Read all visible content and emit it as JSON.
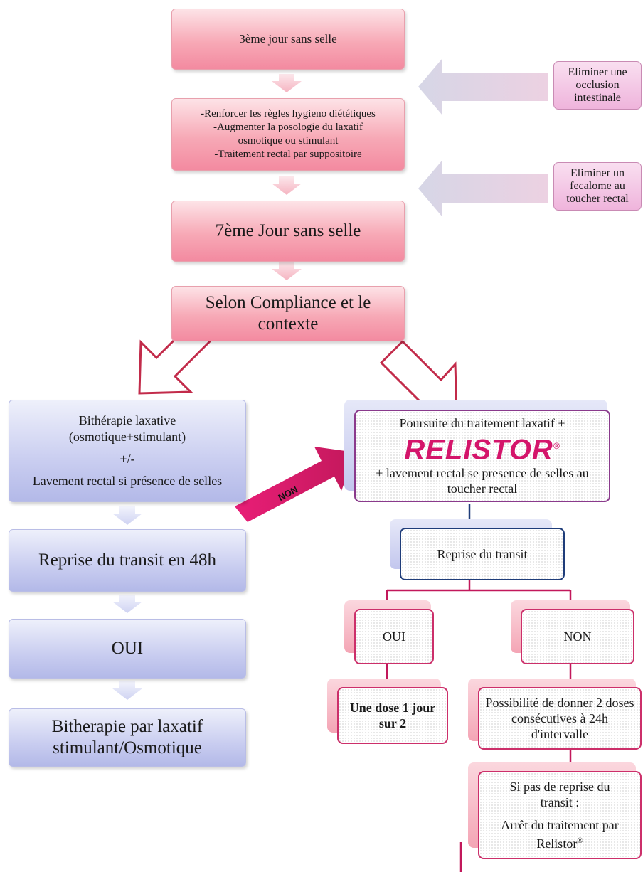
{
  "flow": {
    "box1": "3ème jour sans selle",
    "box2_line1": "-Renforcer les règles hygieno diététiques",
    "box2_line2": "-Augmenter la posologie du laxatif osmotique ou stimulant",
    "box2_line3": "-Traitement rectal par suppositoire",
    "box3": "7ème Jour sans selle",
    "box4": "Selon Compliance et le contexte"
  },
  "side": {
    "note1": "Eliminer une occlusion intestinale",
    "note2": "Eliminer un fecalome au toucher rectal"
  },
  "left": {
    "box1_line1": "Bithérapie laxative (osmotique+stimulant)",
    "box1_line2": "+/-",
    "box1_line3": "Lavement rectal si présence de selles",
    "box2": "Reprise du transit en 48h",
    "box3": "OUI",
    "box4": "Bitherapie par laxatif stimulant/Osmotique"
  },
  "arrow_label": "NON",
  "right": {
    "main_line1": "Poursuite du traitement laxatif +",
    "logo": "RELISTOR",
    "logo_mark": "®",
    "main_line2": "+ lavement rectal se presence de selles au toucher rectal",
    "reprise": "Reprise du transit",
    "oui": "OUI",
    "non": "NON",
    "oui_result": "Une dose 1 jour sur 2",
    "non_result": "Possibilité de  donner 2 doses consécutives à 24h d'intervalle",
    "final_line1": "Si pas de reprise du transit :",
    "final_line2": "Arrêt du traitement par Relistor",
    "final_mark": "®"
  },
  "colors": {
    "pink": "#f38aa0",
    "blue": "#b3b9e8",
    "purple_border": "#8a3a8c",
    "navy_border": "#1f3d7a",
    "magenta_border": "#cc2f6a",
    "logo": "#d4156b"
  }
}
